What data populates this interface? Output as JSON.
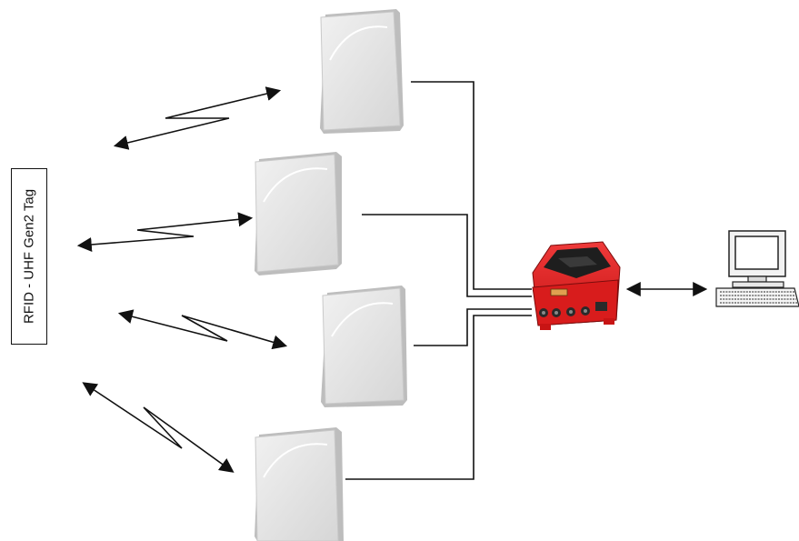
{
  "tag": {
    "label": "RFID - UHF Gen2 Tag"
  },
  "components": {
    "antennas": [
      "antenna-1",
      "antenna-2",
      "antenna-3",
      "antenna-4"
    ],
    "reader": "reader-icon",
    "computer": "computer-icon"
  },
  "colors": {
    "antenna_face": "#e6e6e6",
    "antenna_edge": "#c8c8c8",
    "reader_body": "#e02020",
    "reader_top": "#1e1e1e",
    "line": "#111111",
    "tag_border": "#111111"
  }
}
